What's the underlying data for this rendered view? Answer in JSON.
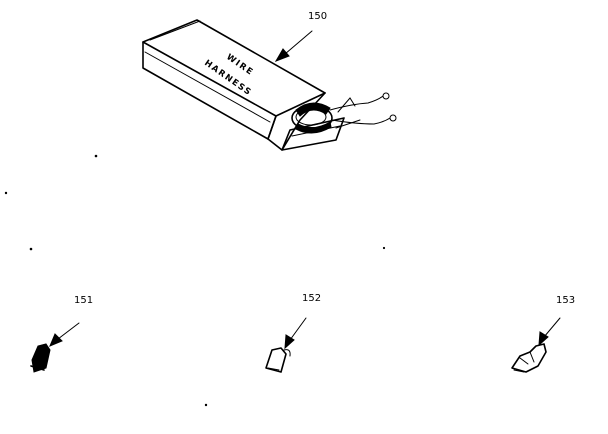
{
  "parts": [
    {
      "callout": "150",
      "label_line1": "WIRE",
      "label_line2": "HARNESS"
    },
    {
      "callout": "151"
    },
    {
      "callout": "152"
    },
    {
      "callout": "153"
    }
  ]
}
